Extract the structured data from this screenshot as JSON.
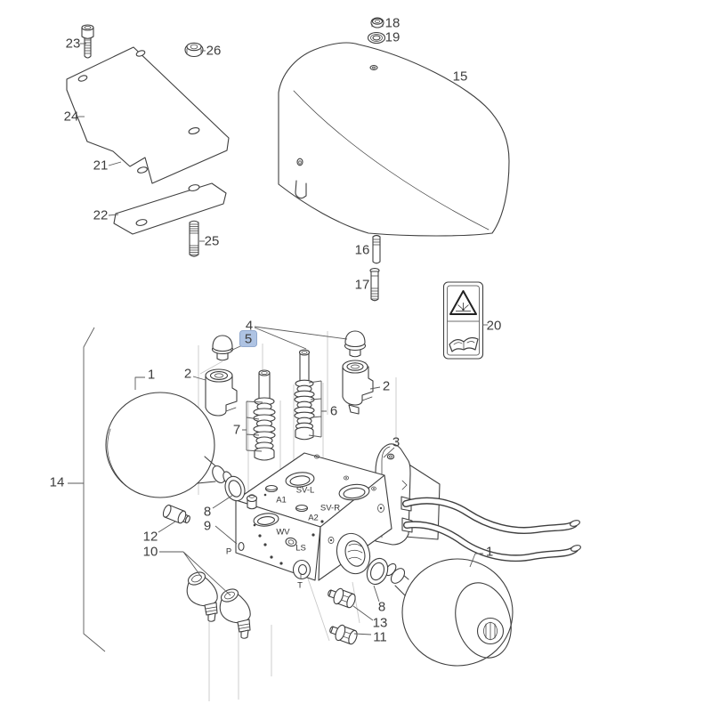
{
  "diagram": {
    "highlight": {
      "background": "#aec3e3",
      "text_color": "#2a55a0"
    },
    "line_color": "#3f3f3f",
    "guide_color": "#c9c9c9",
    "callouts": {
      "c23": "23",
      "c26": "26",
      "c24": "24",
      "c21": "21",
      "c22": "22",
      "c25": "25",
      "c18": "18",
      "c19": "19",
      "c15": "15",
      "c16": "16",
      "c17": "17",
      "c20": "20",
      "c4": "4",
      "c5": "5",
      "c1l": "1",
      "c2l": "2",
      "c2r": "2",
      "c7": "7",
      "c6": "6",
      "c3": "3",
      "c8l": "8",
      "c9": "9",
      "c12": "12",
      "c10": "10",
      "c14": "14",
      "c8r": "8",
      "c13": "13",
      "c11": "11",
      "c1r": "1"
    },
    "port_labels": {
      "svl": "SV-L",
      "a1": "A1",
      "svr": "SV-R",
      "a2": "A2",
      "wv": "WV",
      "ls": "LS",
      "p": "P",
      "t": "T"
    }
  }
}
